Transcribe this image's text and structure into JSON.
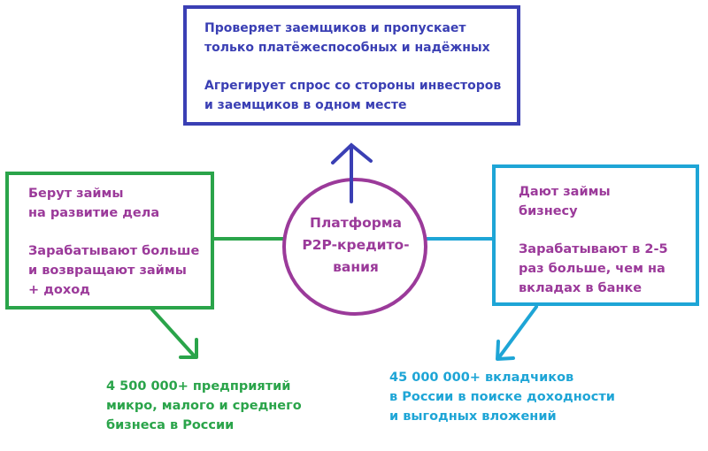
{
  "colors": {
    "top": "#3a3fb4",
    "left": "#2aa44a",
    "right": "#1ea5d6",
    "center": "#9b3a9a"
  },
  "top_box": {
    "line1": "Проверяет заемщиков и пропускает\nтолько платёжеспособных и надёжных",
    "line2": "Агрегирует спрос со стороны инвесторов\nи заемщиков в одном месте"
  },
  "center": {
    "label": "Платформа\nP2P-кредито-\nвания"
  },
  "left_box": {
    "line1": "Берут займы\nна развитие дела",
    "line2": "Зарабатывают больше\nи возвращают займы\n+ доход"
  },
  "right_box": {
    "line1": "Дают займы\nбизнесу",
    "line2": "Зарабатывают в 2-5\nраз больше, чем на\nвкладах в банке"
  },
  "left_stat": {
    "text": "4 500 000+ предприятий\nмикро, малого и среднего\nбизнеса в России"
  },
  "right_stat": {
    "text": "45 000 000+ вкладчиков\nв России в поиске доходности\nи выгодных вложений"
  }
}
